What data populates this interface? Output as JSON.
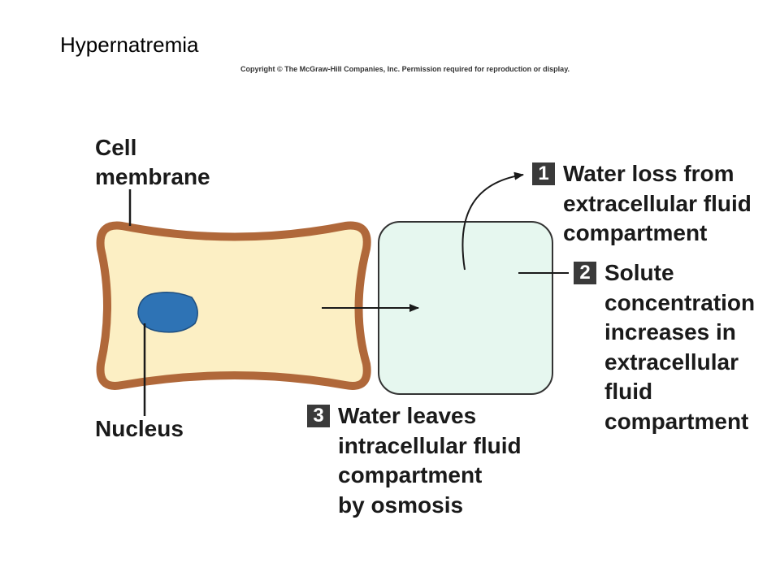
{
  "title": "Hypernatremia",
  "copyright": "Copyright © The McGraw-Hill Companies, Inc. Permission required for reproduction or display.",
  "labels": {
    "cell_membrane": [
      "Cell",
      "membrane"
    ],
    "nucleus": "Nucleus"
  },
  "steps": [
    {
      "number": "1",
      "lines": [
        "Water loss from",
        "extracellular fluid",
        "compartment"
      ]
    },
    {
      "number": "2",
      "lines": [
        "Solute",
        "concentration",
        "increases in",
        "extracellular",
        "fluid",
        "compartment"
      ]
    },
    {
      "number": "3",
      "lines": [
        "Water leaves",
        "intracellular fluid",
        "compartment",
        "by osmosis"
      ]
    }
  ],
  "colors": {
    "cell_fill": "#fcefc4",
    "cell_membrane": "#b0683a",
    "nucleus_fill": "#2e73b5",
    "extracellular_fill": "#e6f7ef",
    "extracellular_stroke": "#333333"
  }
}
